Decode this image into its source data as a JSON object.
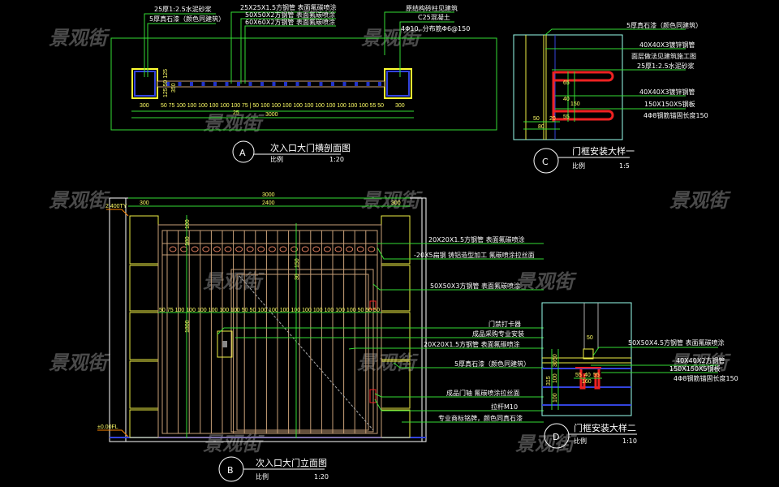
{
  "watermark": "景观街",
  "colors": {
    "background": "#000000",
    "dimension": "#33dd33",
    "outline": "#eeee44",
    "frame": "#c8a078",
    "rebar": "#ee2222",
    "steel": "#2233cc"
  },
  "detail_a": {
    "marker": "A",
    "title": "次入口大门横剖面图",
    "scale_label": "比例",
    "scale": "1:20",
    "callouts": [
      "25厚1:2.5水泥砂浆",
      "5厚真石漆（颜色同建筑）",
      "25X25X1.5方钢管 表面氟碳喷涂",
      "50X50X2方钢管 表面氟碳喷涂",
      "60X60X2方钢管 表面氟碳喷涂",
      "原结构砖柱见建筑",
      "C25混凝土",
      "4Φ10, 分布筋Φ6@150"
    ],
    "dims": {
      "post_left": "300",
      "post_right": "300",
      "total": "3000",
      "gap": "25",
      "height": "350",
      "sub": "125 50 125",
      "spacing": "50 75 100 100 100 100 100 100 75 | 50 100 100 100 100 100 100 100 100 100 100 55 50"
    }
  },
  "detail_b": {
    "marker": "B",
    "title": "次入口大门立面图",
    "scale_label": "比例",
    "scale": "1:20",
    "level_top": "2.400TY",
    "level_bottom": "±0.00FL",
    "callouts": [
      "20X20X1.5方钢管 表面氟碳喷涂",
      "-20X5扁钢 铸铝造型加工 氟碳喷涂拉丝面",
      "50X50X3方钢管 表面氟碳喷涂",
      "门禁打卡器",
      "成品采购专业安装",
      "20X20X1.5方钢管 表面氟碳喷涂",
      "5厚真石漆（颜色同建筑）",
      "成品门轴 氟碳喷涂拉丝面",
      "拉杆M10",
      "专业商标铭牌，颜色同真石漆"
    ],
    "dims": {
      "total": "3000",
      "inner": "2400",
      "side_left": "300",
      "side_right": "300",
      "height": "1800",
      "v1": "100",
      "v2": "180",
      "v3": "150",
      "v4": "30",
      "spacing": "50 75 100 100 100 100 100 100 50 50 100 100 100 100 100 100 100 100 100 50 50 50"
    }
  },
  "detail_c": {
    "marker": "C",
    "title": "门框安装大样一",
    "scale_label": "比例",
    "scale": "1:5",
    "callouts": [
      "5厚真石漆（颜色同建筑）",
      "40X40X3镀锌钢管",
      "面层做法见建筑施工图",
      "25厚1:2.5水泥砂浆",
      "40X40X3镀锌钢管",
      "150X150X5钢板",
      "4Φ8钢筋锚固长度150"
    ],
    "dims": [
      "65",
      "40",
      "150",
      "55",
      "50",
      "20",
      "80"
    ]
  },
  "detail_d": {
    "marker": "D",
    "title": "门框安装大样二",
    "scale_label": "比例",
    "scale": "1:10",
    "callouts": [
      "50X50X4.5方钢管 表面氟碳喷涂",
      "40X40X2方钢管",
      "150X150X5钢板",
      "4Φ8钢筋锚固长度150"
    ],
    "dims": [
      "50",
      "55",
      "40",
      "55",
      "160",
      "315",
      "50",
      "30",
      "100",
      "100"
    ]
  }
}
